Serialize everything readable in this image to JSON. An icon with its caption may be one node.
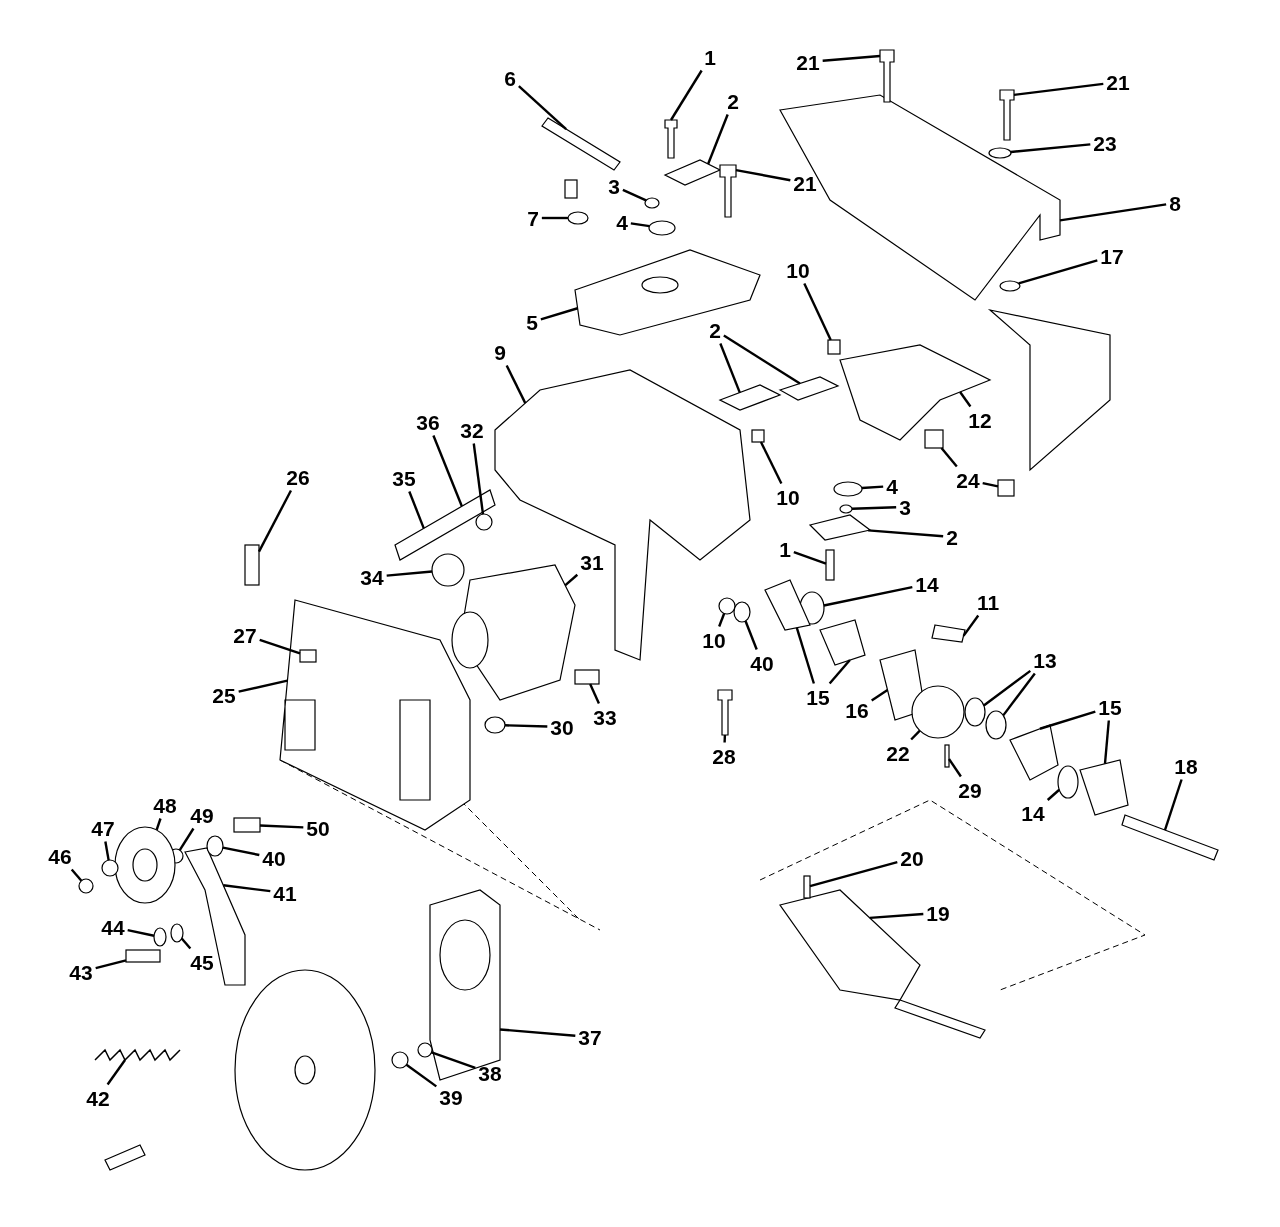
{
  "diagram": {
    "nodes": [
      {
        "text": [
          "1"
        ]
      },
      {
        "text": [
          "2"
        ]
      },
      {
        "text": [
          "6"
        ]
      },
      {
        "text": [
          "21"
        ]
      },
      {
        "text": [
          "21"
        ]
      },
      {
        "text": [
          "3"
        ]
      },
      {
        "text": [
          "23"
        ]
      },
      {
        "text": [
          "21"
        ]
      },
      {
        "text": [
          "8"
        ]
      },
      {
        "text": [
          "7"
        ]
      },
      {
        "text": [
          "4"
        ]
      },
      {
        "text": [
          "17"
        ]
      },
      {
        "text": [
          "10"
        ]
      },
      {
        "text": [
          "5"
        ]
      },
      {
        "text": [
          "2"
        ]
      },
      {
        "text": [
          "9"
        ]
      },
      {
        "text": [
          "12"
        ]
      },
      {
        "text": [
          "36"
        ]
      },
      {
        "text": [
          "32"
        ]
      },
      {
        "text": [
          "35"
        ]
      },
      {
        "text": [
          "26"
        ]
      },
      {
        "text": [
          "24"
        ]
      },
      {
        "text": [
          "4"
        ]
      },
      {
        "text": [
          "10"
        ]
      },
      {
        "text": [
          "3"
        ]
      },
      {
        "text": [
          "2"
        ]
      },
      {
        "text": [
          "1"
        ]
      },
      {
        "text": [
          "34"
        ]
      },
      {
        "text": [
          "31"
        ]
      },
      {
        "text": [
          "14"
        ]
      },
      {
        "text": [
          "11"
        ]
      },
      {
        "text": [
          "27"
        ]
      },
      {
        "text": [
          "10"
        ]
      },
      {
        "text": [
          "40"
        ]
      },
      {
        "text": [
          "13"
        ]
      },
      {
        "text": [
          "25"
        ]
      },
      {
        "text": [
          "15"
        ]
      },
      {
        "text": [
          "16"
        ]
      },
      {
        "text": [
          "33"
        ]
      },
      {
        "text": [
          "30"
        ]
      },
      {
        "text": [
          "15"
        ]
      },
      {
        "text": [
          "18"
        ]
      },
      {
        "text": [
          "28"
        ]
      },
      {
        "text": [
          "22"
        ]
      },
      {
        "text": [
          "29"
        ]
      },
      {
        "text": [
          "14"
        ]
      },
      {
        "text": [
          "50"
        ]
      },
      {
        "text": [
          "49"
        ]
      },
      {
        "text": [
          "48"
        ]
      },
      {
        "text": [
          "47"
        ]
      },
      {
        "text": [
          "40"
        ]
      },
      {
        "text": [
          "46"
        ]
      },
      {
        "text": [
          "41"
        ]
      },
      {
        "text": [
          "44"
        ]
      },
      {
        "text": [
          "45"
        ]
      },
      {
        "text": [
          "43"
        ]
      },
      {
        "text": [
          "20"
        ]
      },
      {
        "text": [
          "19"
        ]
      },
      {
        "text": [
          "42"
        ]
      },
      {
        "text": [
          "37"
        ]
      },
      {
        "text": [
          "38"
        ]
      },
      {
        "text": [
          "39"
        ]
      },
      {
        "text": [],
        "shape": "circle"
      },
      {
        "text": [],
        "shape": "circle"
      },
      {
        "text": [],
        "shape": "circle"
      },
      {
        "text": [],
        "shape": "circle"
      },
      {
        "text": [],
        "shape": "box"
      },
      {
        "text": [],
        "shape": "box"
      },
      {
        "text": [],
        "shape": "box"
      },
      {
        "text": [],
        "shape": "circle"
      },
      {
        "text": [],
        "shape": "box"
      },
      {
        "text": [],
        "shape": "bar"
      },
      {
        "text": [],
        "shape": "box",
        "in": 113
      },
      {
        "text": [],
        "shape": "circle"
      },
      {
        "text": [],
        "shape": "circle"
      },
      {
        "text": [],
        "shape": "circle"
      },
      {
        "text": [],
        "shape": "circle"
      },
      {
        "text": [],
        "shape": "box"
      },
      {
        "text": [],
        "shape": "circle"
      },
      {
        "text": [],
        "shape": "box"
      },
      {
        "text": [],
        "shape": "circle"
      },
      {
        "text": [],
        "shape": "circle"
      },
      {
        "text": [],
        "shape": "circle"
      },
      {
        "text": [],
        "shape": "circle"
      },
      {
        "text": [],
        "shape": "circle"
      },
      {
        "text": [],
        "shape": "circle"
      },
      {
        "text": [],
        "shape": "circle"
      },
      {
        "text": [],
        "shape": "box"
      },
      {
        "text": [],
        "shape": "bar"
      },
      {
        "text": [],
        "shape": "circle"
      },
      {
        "text": [],
        "shape": "circle"
      },
      {
        "text": [],
        "shape": "circle"
      },
      {
        "text": [],
        "shape": "bar"
      },
      {
        "text": [],
        "shape": "box"
      },
      {
        "text": [],
        "shape": "bar"
      },
      {
        "text": [],
        "shape": "bar"
      },
      {
        "text": [],
        "shape": "bar"
      },
      {
        "text": [],
        "shape": "circle"
      },
      {
        "text": [],
        "shape": "bar"
      },
      {
        "text": [],
        "shape": "box"
      },
      {
        "text": [],
        "shape": "box"
      },
      {
        "text": [],
        "shape": "box"
      },
      {
        "text": [],
        "shape": "box"
      },
      {
        "text": [],
        "shape": "box"
      },
      {
        "text": [],
        "shape": "box"
      },
      {
        "text": [],
        "shape": "bar"
      },
      {
        "text": [],
        "shape": "circle"
      },
      {
        "text": [],
        "shape": "bar"
      },
      {
        "text": [],
        "shape": "box"
      },
      {
        "text": [],
        "shape": "circle"
      },
      {
        "text": [],
        "shape": "box"
      },
      {
        "text": [],
        "shape": "circle"
      },
      {
        "text": [],
        "shape": "bar"
      },
      {
        "text": [],
        "shape": "box"
      },
      {
        "text": [],
        "shape": "box"
      },
      {
        "text": [],
        "shape": "box"
      },
      {
        "text": [],
        "shape": "cylinder"
      },
      {
        "text": [],
        "shape": "box"
      },
      {
        "text": [],
        "shape": "box"
      },
      {
        "text": [],
        "shape": "bar"
      },
      {
        "text": [],
        "shape": "bar"
      },
      {
        "text": [],
        "shape": "circle"
      },
      {
        "text": [],
        "shape": "bar"
      },
      {
        "text": [],
        "shape": "circle"
      },
      {
        "text": [],
        "shape": "bar"
      },
      {
        "text": [],
        "shape": "box"
      },
      {
        "text": [],
        "shape": "spring"
      },
      {
        "text": [],
        "shape": "box"
      },
      {
        "text": [],
        "shape": "box"
      },
      {
        "text": [],
        "shape": "box"
      },
      {
        "text": [],
        "shape": "bar"
      },
      {
        "text": [],
        "shape": "wheel"
      },
      {
        "text": [],
        "shape": "bar"
      }
    ],
    "edges": [
      {
        "from": 0,
        "to": 92,
        "arrow": "none"
      },
      {
        "from": 1,
        "to": 93,
        "arrow": "none"
      },
      {
        "from": 2,
        "to": 94,
        "arrow": "none"
      },
      {
        "from": 3,
        "to": 95,
        "arrow": "none"
      },
      {
        "from": 4,
        "to": 96,
        "arrow": "none"
      },
      {
        "from": 5,
        "to": 62,
        "arrow": "none"
      },
      {
        "from": 6,
        "to": 97,
        "arrow": "none"
      },
      {
        "from": 7,
        "to": 98,
        "arrow": "none"
      },
      {
        "from": 8,
        "to": 99,
        "arrow": "none"
      },
      {
        "from": 9,
        "to": 63,
        "arrow": "none"
      },
      {
        "from": 10,
        "to": 64,
        "arrow": "none"
      },
      {
        "from": 11,
        "to": 65,
        "arrow": "none"
      },
      {
        "from": 12,
        "to": 66,
        "arrow": "none"
      },
      {
        "from": 13,
        "to": 100,
        "arrow": "none"
      },
      {
        "from": 14,
        "to": 101,
        "arrow": "none"
      },
      {
        "from": 14,
        "to": 102,
        "arrow": "none"
      },
      {
        "from": 15,
        "to": 103,
        "arrow": "none"
      },
      {
        "from": 16,
        "to": 104,
        "arrow": "none"
      },
      {
        "from": 17,
        "to": 105,
        "arrow": "none"
      },
      {
        "from": 18,
        "to": 106,
        "arrow": "none"
      },
      {
        "from": 19,
        "to": 105,
        "arrow": "none"
      },
      {
        "from": 20,
        "to": 107,
        "arrow": "none"
      },
      {
        "from": 21,
        "to": 67,
        "arrow": "none"
      },
      {
        "from": 21,
        "to": 68,
        "arrow": "none"
      },
      {
        "from": 22,
        "to": 69,
        "arrow": "none"
      },
      {
        "from": 23,
        "to": 70,
        "arrow": "none"
      },
      {
        "from": 24,
        "to": 91,
        "arrow": "none"
      },
      {
        "from": 25,
        "to": 108,
        "arrow": "none"
      },
      {
        "from": 26,
        "to": 71,
        "arrow": "none"
      },
      {
        "from": 27,
        "to": 109,
        "arrow": "none"
      },
      {
        "from": 28,
        "to": 110,
        "arrow": "none"
      },
      {
        "from": 29,
        "to": 111,
        "arrow": "none"
      },
      {
        "from": 30,
        "to": 112,
        "arrow": "none"
      },
      {
        "from": 31,
        "to": 72,
        "arrow": "none"
      },
      {
        "from": 32,
        "to": 73,
        "arrow": "none"
      },
      {
        "from": 33,
        "to": 74,
        "arrow": "none"
      },
      {
        "from": 34,
        "to": 75,
        "arrow": "none"
      },
      {
        "from": 34,
        "to": 76,
        "arrow": "none"
      },
      {
        "from": 35,
        "to": 113,
        "arrow": "none"
      },
      {
        "from": 36,
        "to": 114,
        "arrow": "none"
      },
      {
        "from": 36,
        "to": 115,
        "arrow": "none"
      },
      {
        "from": 37,
        "to": 116,
        "arrow": "none"
      },
      {
        "from": 38,
        "to": 77,
        "arrow": "none"
      },
      {
        "from": 39,
        "to": 78,
        "arrow": "none"
      },
      {
        "from": 40,
        "to": 117,
        "arrow": "none"
      },
      {
        "from": 40,
        "to": 118,
        "arrow": "none"
      },
      {
        "from": 41,
        "to": 119,
        "arrow": "none"
      },
      {
        "from": 42,
        "to": 120,
        "arrow": "none"
      },
      {
        "from": 43,
        "to": 121,
        "arrow": "none"
      },
      {
        "from": 44,
        "to": 122,
        "arrow": "none"
      },
      {
        "from": 45,
        "to": 123,
        "arrow": "none"
      },
      {
        "from": 46,
        "to": 79,
        "arrow": "none"
      },
      {
        "from": 47,
        "to": 80,
        "arrow": "none"
      },
      {
        "from": 48,
        "to": 81,
        "arrow": "none"
      },
      {
        "from": 49,
        "to": 82,
        "arrow": "none"
      },
      {
        "from": 50,
        "to": 83,
        "arrow": "none"
      },
      {
        "from": 51,
        "to": 84,
        "arrow": "none"
      },
      {
        "from": 52,
        "to": 124,
        "arrow": "none"
      },
      {
        "from": 53,
        "to": 85,
        "arrow": "none"
      },
      {
        "from": 54,
        "to": 86,
        "arrow": "none"
      },
      {
        "from": 55,
        "to": 87,
        "arrow": "none"
      },
      {
        "from": 56,
        "to": 88,
        "arrow": "none"
      },
      {
        "from": 57,
        "to": 125,
        "arrow": "none"
      },
      {
        "from": 58,
        "to": 126,
        "arrow": "none"
      },
      {
        "from": 59,
        "to": 127,
        "arrow": "none"
      },
      {
        "from": 60,
        "to": 89,
        "arrow": "none"
      },
      {
        "from": 61,
        "to": 90,
        "arrow": "none"
      }
    ]
  }
}
